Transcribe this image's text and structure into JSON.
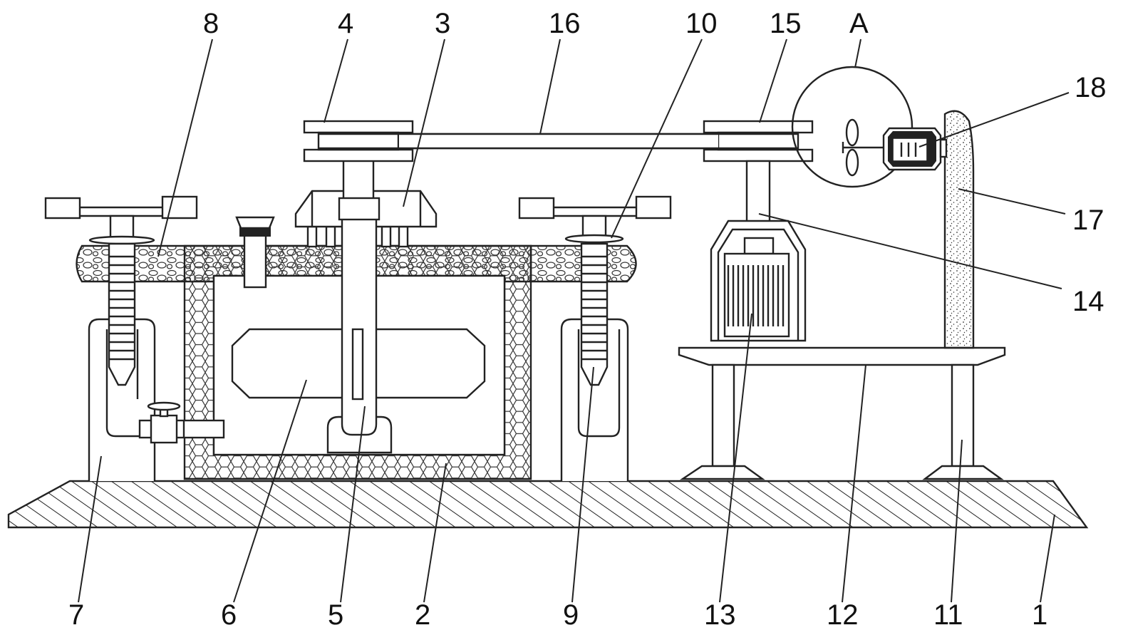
{
  "labels": {
    "l1": "1",
    "l2": "2",
    "l3": "3",
    "l4": "4",
    "l5": "5",
    "l6": "6",
    "l7": "7",
    "l8": "8",
    "l9": "9",
    "l10": "10",
    "l11": "11",
    "l12": "12",
    "l13": "13",
    "l14": "14",
    "l15": "15",
    "l16": "16",
    "l17": "17",
    "l18": "18",
    "lA": "A"
  }
}
